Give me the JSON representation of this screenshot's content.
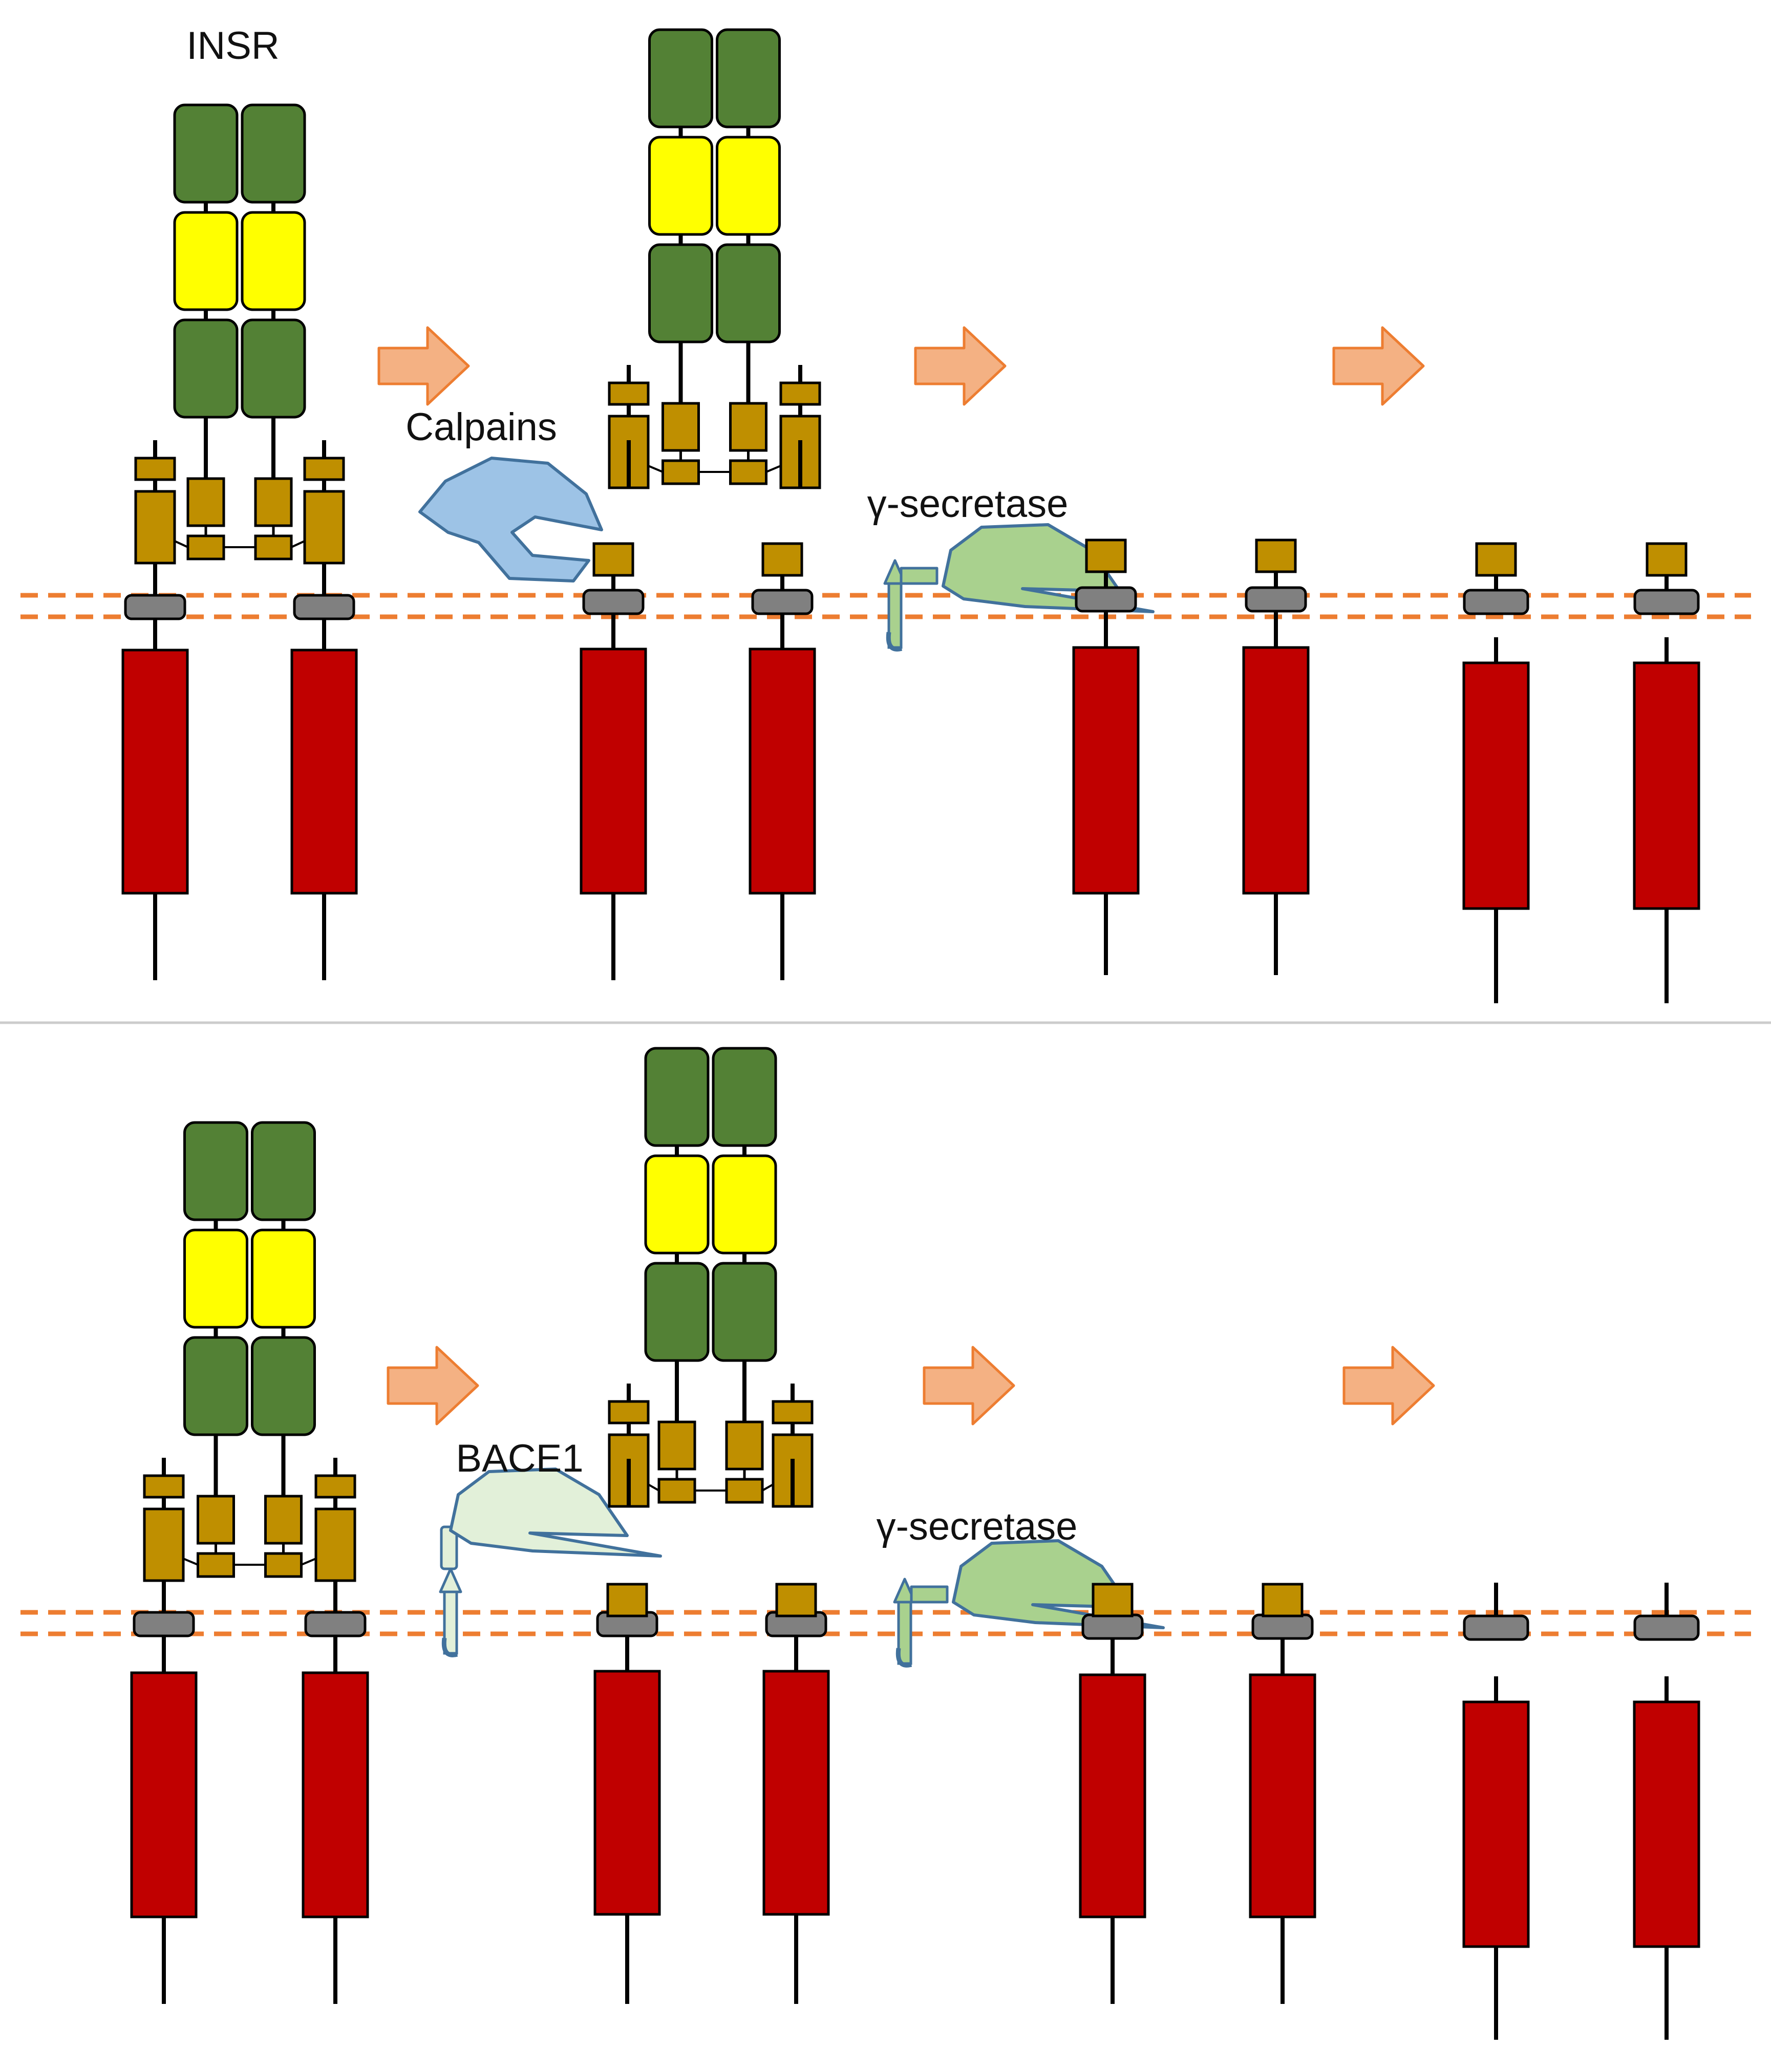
{
  "colors": {
    "outer_domain": "#538135",
    "middle_domain": "#ffff00",
    "small_domain": "#bf8f00",
    "transmembrane": "#808080",
    "intracellular": "#c00000",
    "membrane_line": "#ed7d31",
    "arrow_fill": "#f4b183",
    "arrow_stroke": "#ed7d31",
    "calpain_fill": "#9dc3e6",
    "gamma_fill": "#a9d18e",
    "bace_fill": "#e2f0d9",
    "enzyme_stroke": "#41719c",
    "divider": "#cccccc",
    "background": "#ffffff"
  },
  "icons": {
    "calpain": "pacman-enzyme-icon",
    "gamma_secretase": "pacman-enzyme-icon",
    "bace1": "pacman-enzyme-icon",
    "step_arrow": "right-arrow-icon"
  },
  "labels": {
    "insr": "INSR",
    "calpains": "Calpains",
    "gamma_top": "γ-secretase",
    "bace1": "BACE1",
    "gamma_bottom": "γ-secretase"
  },
  "panels": [
    {
      "name": "top-panel",
      "protease_1": "Calpains",
      "protease_2": "γ-secretase"
    },
    {
      "name": "bottom-panel",
      "protease_1": "BACE1",
      "protease_2": "γ-secretase"
    }
  ]
}
